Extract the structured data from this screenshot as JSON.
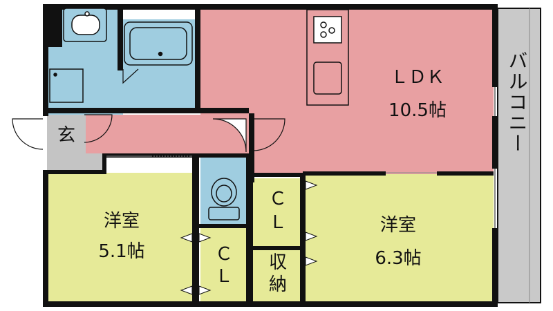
{
  "colors": {
    "living": "#e8a0a2",
    "bedroom": "#e6ea98",
    "wet_area": "#9fcde0",
    "balcony": "#c9c9c9",
    "entrance": "#c4c4c4",
    "wall": "#111111",
    "background": "#ffffff"
  },
  "icons": [
    "sink-icon",
    "bathtub-icon",
    "stove-icon",
    "kitchen-sink-icon",
    "toilet-icon",
    "washer-pan-icon"
  ],
  "rooms": {
    "ldk": {
      "name": "ＬＤＫ",
      "size": "10.5帖"
    },
    "western_room_left": {
      "name": "洋室",
      "size": "5.1帖"
    },
    "western_room_right": {
      "name": "洋室",
      "size": "6.3帖"
    },
    "closet_1": {
      "line1": "Ｃ",
      "line2": "Ｌ"
    },
    "closet_2": {
      "line1": "Ｃ",
      "line2": "Ｌ"
    },
    "storage": {
      "line1": "収",
      "line2": "納"
    },
    "entrance": {
      "name": "玄"
    },
    "balcony": {
      "name": "バルコニー"
    }
  }
}
